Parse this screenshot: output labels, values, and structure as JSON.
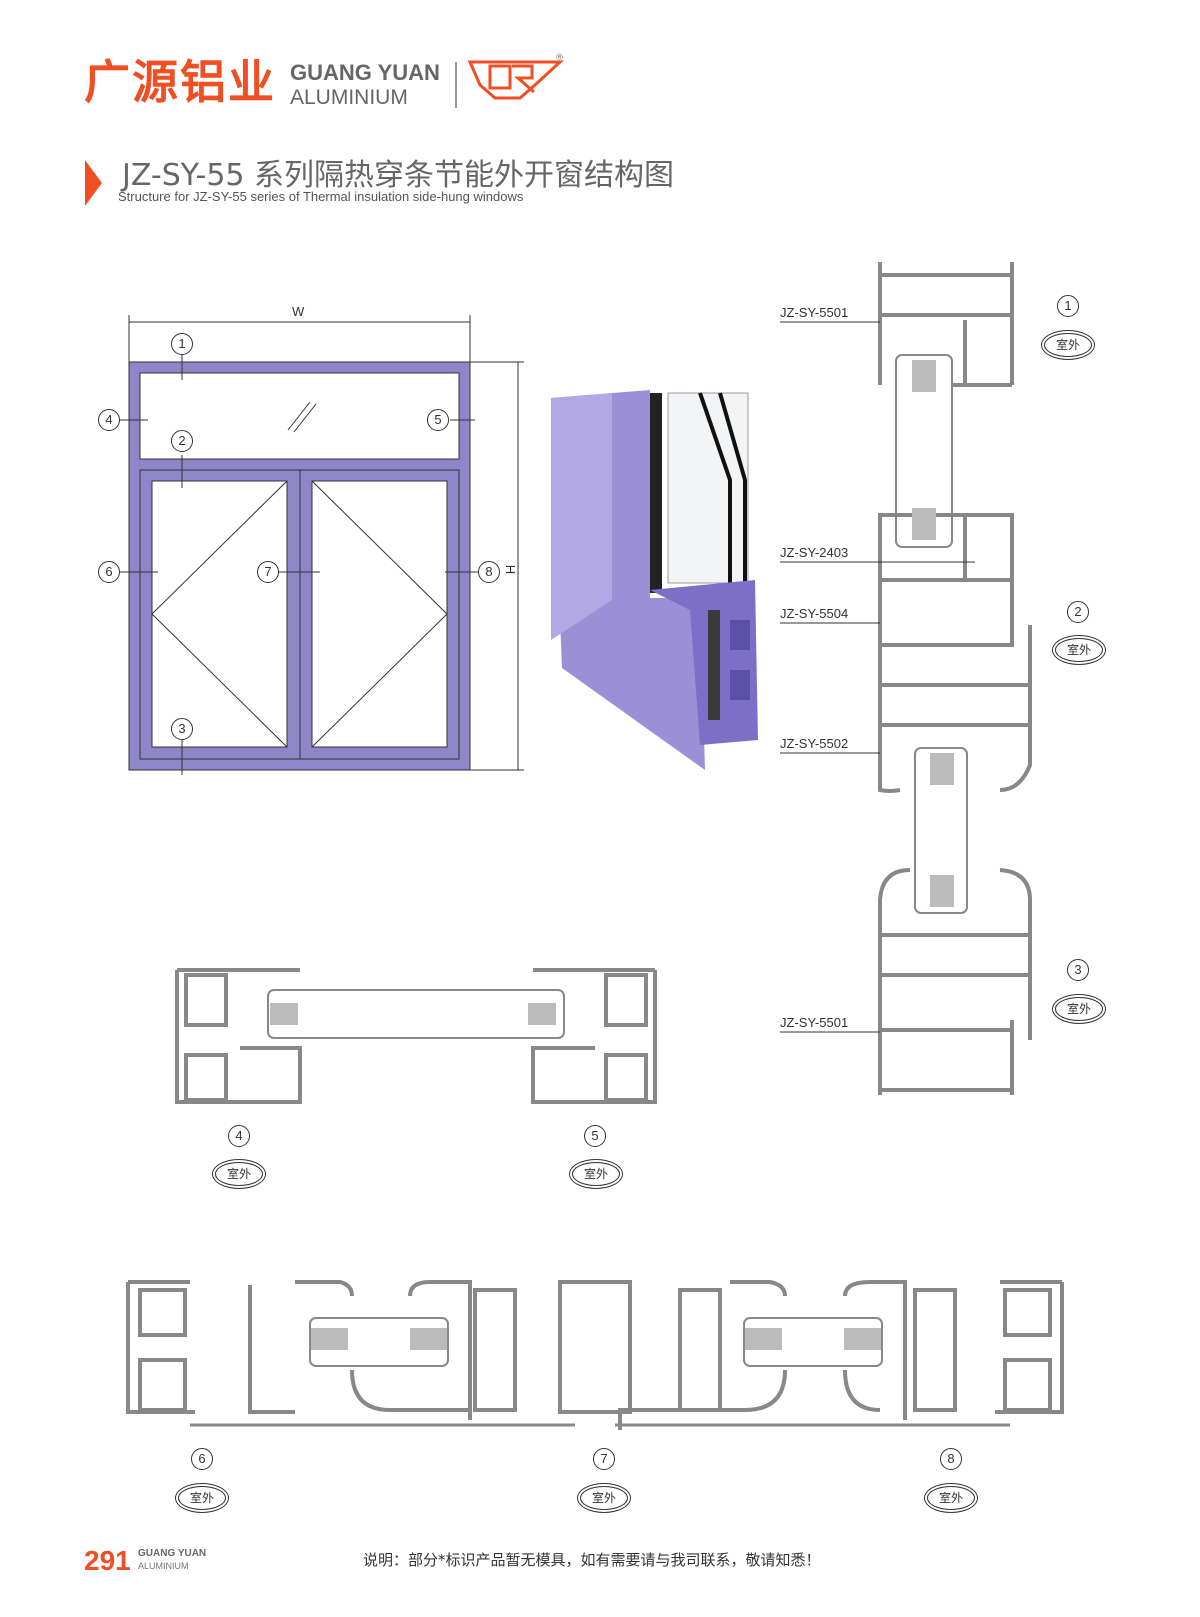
{
  "header": {
    "brand_cn": "广源铝业",
    "brand_en_line1": "GUANG YUAN",
    "brand_en_line2": "ALUMINIUM",
    "logo_mark": "CR",
    "title": "JZ-SY-55 系列隔热穿条节能外开窗结构图",
    "subtitle": "Structure for JZ-SY-55 series of Thermal insulation side-hung windows"
  },
  "colors": {
    "brand": "#f04e23",
    "frame": "#8f86c9",
    "profile": "#a8a8a8"
  },
  "elevation": {
    "width_label": "W",
    "height_label": "H",
    "markers": [
      "1",
      "2",
      "3",
      "4",
      "5",
      "6",
      "7",
      "8"
    ]
  },
  "vertical_section": {
    "profiles": [
      "JZ-SY-5501",
      "JZ-SY-2403",
      "JZ-SY-5504",
      "JZ-SY-5502",
      "JZ-SY-5501"
    ],
    "markers": [
      "1",
      "2",
      "3"
    ]
  },
  "side_section": {
    "markers": [
      "4",
      "5"
    ]
  },
  "bottom_section": {
    "markers": [
      "6",
      "7",
      "8"
    ]
  },
  "outside_label": "室外",
  "footer": {
    "page_number": "291",
    "brand_line1": "GUANG YUAN",
    "brand_line2": "ALUMINIUM",
    "note": "说明：部分*标识产品暂无模具，如有需要请与我司联系，敬请知悉！"
  }
}
